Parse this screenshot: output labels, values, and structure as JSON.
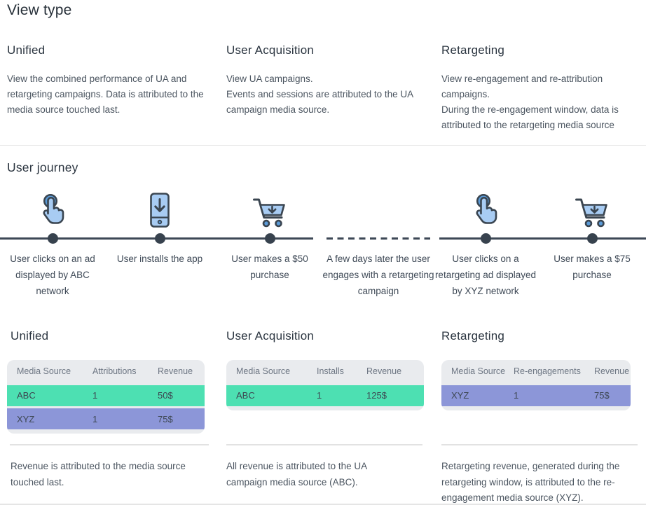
{
  "page": {
    "title": "View type",
    "journey_title": "User journey"
  },
  "view_types": [
    {
      "name": "Unified",
      "description": "View the combined performance of UA and retargeting campaigns. Data is attributed to the media source touched last."
    },
    {
      "name": "User Acquisition",
      "description": "View UA campaigns.\nEvents and sessions are attributed to the UA campaign media source."
    },
    {
      "name": "Retargeting",
      "description": "View re-engagement and re-attribution campaigns.\nDuring the re-engagement window, data is attributed to the retargeting media source"
    }
  ],
  "journey": {
    "steps": [
      {
        "icon": "tap-icon",
        "label": "User clicks on an ad displayed by ABC network"
      },
      {
        "icon": "phone-install-icon",
        "label": "User installs the app"
      },
      {
        "icon": "cart-icon",
        "label": "User makes a $50 purchase"
      },
      {
        "icon": "none",
        "label": "A few days later the user engages with a retargeting campaign"
      },
      {
        "icon": "tap-icon",
        "label": "User clicks on a retargeting ad displayed by XYZ network"
      },
      {
        "icon": "cart-icon",
        "label": "User makes a $75 purchase"
      }
    ]
  },
  "tables": [
    {
      "title": "Unified",
      "headers": [
        "Media Source",
        "Attributions",
        "Revenue"
      ],
      "rows": [
        {
          "cells": [
            "ABC",
            "1",
            "50$"
          ],
          "color": "green"
        },
        {
          "cells": [
            "XYZ",
            "1",
            "75$"
          ],
          "color": "purple"
        }
      ],
      "caption": "Revenue is attributed to the media source touched last."
    },
    {
      "title": "User Acquisition",
      "headers": [
        "Media Source",
        "Installs",
        "Revenue"
      ],
      "rows": [
        {
          "cells": [
            "ABC",
            "1",
            "125$"
          ],
          "color": "green"
        }
      ],
      "caption": "All revenue is attributed to the UA campaign media source (ABC)."
    },
    {
      "title": "Retargeting",
      "headers": [
        "Media Source",
        "Re-engagements",
        "Revenue"
      ],
      "rows": [
        {
          "cells": [
            "XYZ",
            "1",
            "75$"
          ],
          "color": "purple"
        }
      ],
      "caption": "Retargeting revenue, generated during the retargeting window, is attributed to the re-engagement media source (XYZ)."
    }
  ],
  "colors": {
    "green_row": "#4de0b2",
    "purple_row": "#8c96d8",
    "table_header_bg": "#e9ebee",
    "timeline": "#3d4856",
    "dot": "#37424e",
    "icon_fill": "#a8ccf3",
    "icon_accent": "#5b9bd8",
    "icon_stroke": "#3a4550",
    "heading_text": "#2b3540",
    "body_text": "#4b5560"
  }
}
